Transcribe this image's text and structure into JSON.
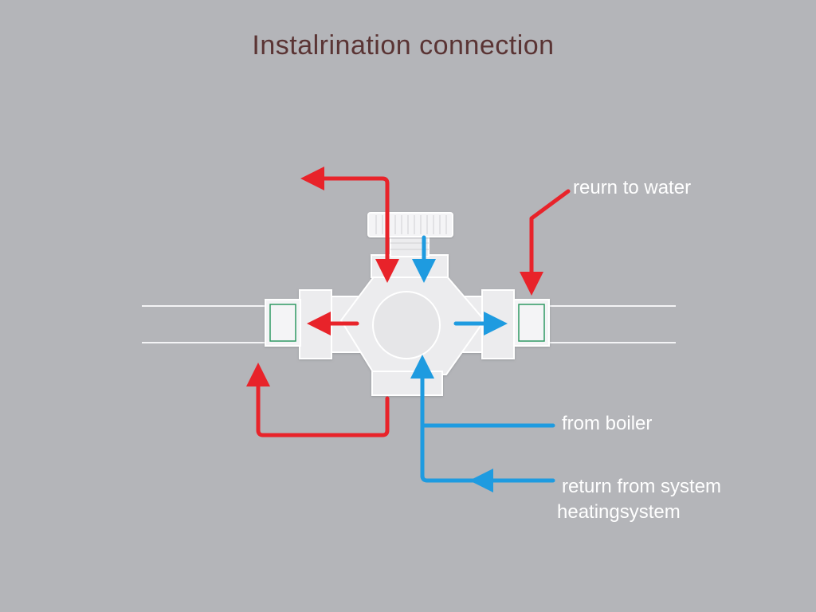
{
  "title": "Instalrination connection",
  "labels": {
    "return_to_water": "reurn to water",
    "from_boiler": "from boiler",
    "return_from_system": "return from system",
    "heating_system": "heatingsystem"
  },
  "colors": {
    "background": "#b4b5b9",
    "hot_flow": "#e8232a",
    "cold_flow": "#1e9be0",
    "valve_body": "#ececee",
    "fitting_accent": "#2f9a63",
    "title_text": "#5a3434",
    "label_text": "#ffffff"
  }
}
